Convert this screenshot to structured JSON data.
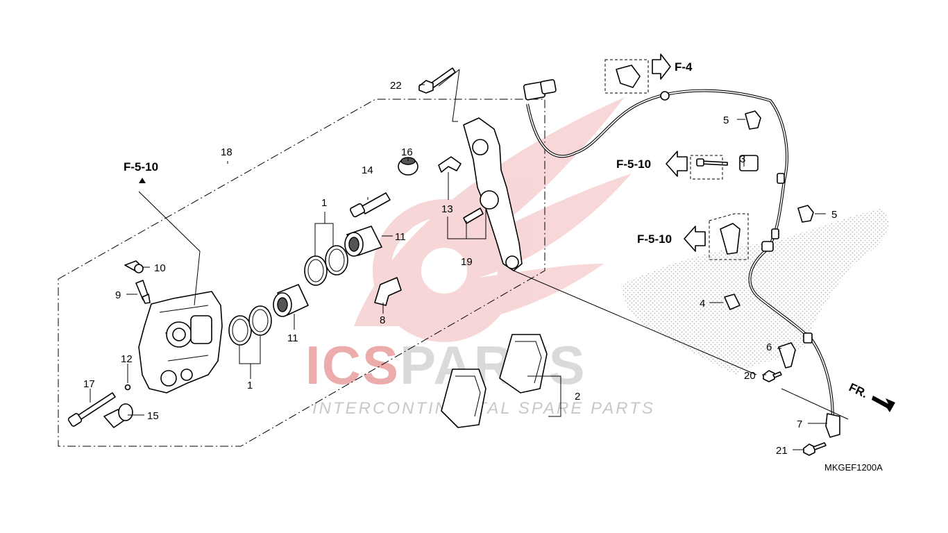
{
  "diagram": {
    "code": "MKGEF1200A",
    "watermark": {
      "brand_prefix": "ICS",
      "brand_suffix": "PARTS",
      "tagline": "INTERCONTINENTAL SPARE PARTS",
      "brand_color": "#d94a4a",
      "gray_color": "#cfcfcf"
    },
    "references": {
      "f4": "F-4",
      "f510_left": "F-5-10",
      "f510_mid": "F-5-10",
      "f510_lower": "F-5-10"
    },
    "direction": "FR.",
    "callouts": {
      "c1a": "1",
      "c1b": "1",
      "c2": "2",
      "c3": "3",
      "c4": "4",
      "c5a": "5",
      "c5b": "5",
      "c6": "6",
      "c7": "7",
      "c8": "8",
      "c9": "9",
      "c10": "10",
      "c11a": "11",
      "c11b": "11",
      "c12": "12",
      "c13": "13",
      "c14": "14",
      "c15": "15",
      "c16": "16",
      "c17": "17",
      "c18": "18",
      "c19": "19",
      "c20": "20",
      "c21": "21",
      "c22": "22"
    }
  }
}
